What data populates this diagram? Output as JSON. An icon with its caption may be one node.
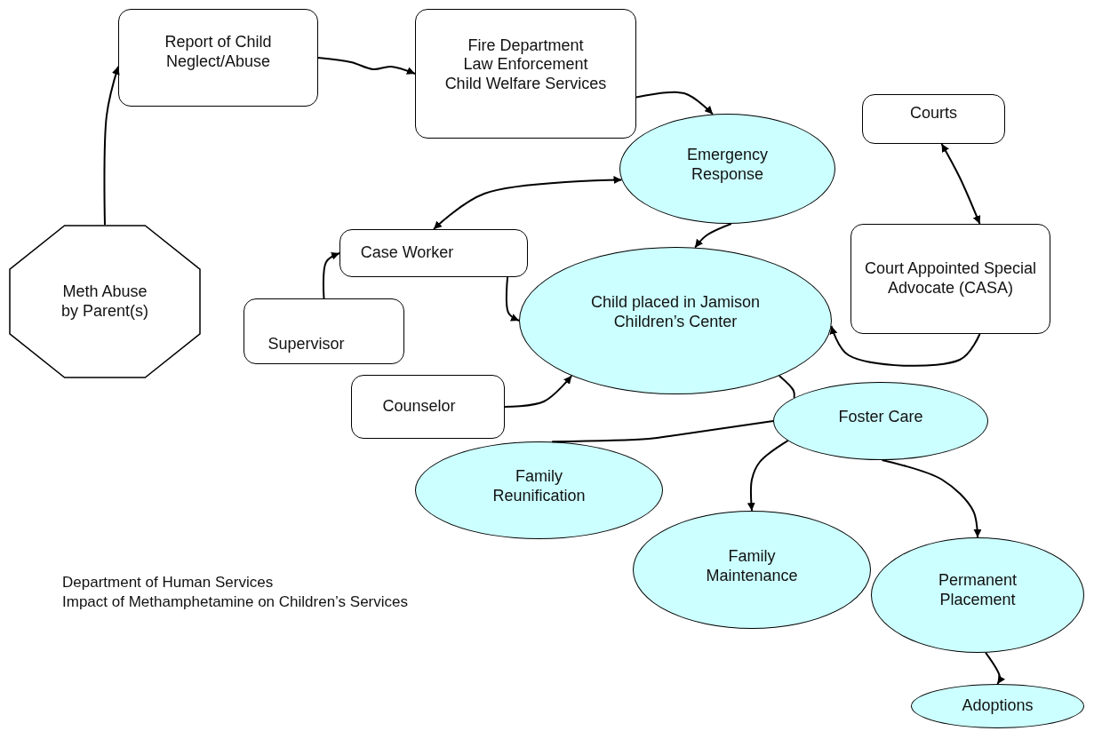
{
  "diagram": {
    "nodes": [
      {
        "text": [
          "Report of Child Neglect/Abuse"
        ]
      },
      {
        "text": [
          "Fire Department",
          "Law Enforcement",
          "Child Welfare Services"
        ]
      },
      {
        "text": [
          "Emergency Response"
        ]
      },
      {
        "text": [
          "Courts"
        ]
      },
      {
        "text": [
          "Meth Abuse by Parent(s)"
        ]
      },
      {
        "text": [
          "Case Worker"
        ]
      },
      {
        "text": [
          "Child placed in Jamison Children’s Center"
        ]
      },
      {
        "text": [
          "Court Appointed Special Advocate (CASA)"
        ]
      },
      {
        "text": [
          "Supervisor"
        ]
      },
      {
        "text": [
          "Counselor"
        ]
      },
      {
        "text": [
          "Foster Care"
        ]
      },
      {
        "text": [
          "Family Reunification"
        ]
      },
      {
        "text": [
          "Family Maintenance"
        ]
      },
      {
        "text": [
          "Permanent Placement"
        ]
      },
      {
        "text": [
          "Adoptions"
        ]
      }
    ],
    "edges": [
      {
        "from": 4,
        "to": 0,
        "arrow": "to"
      },
      {
        "from": 0,
        "to": 1,
        "arrow": "to"
      },
      {
        "from": 1,
        "to": 2,
        "arrow": "to"
      },
      {
        "from": 5,
        "to": 2,
        "arrow": "both"
      },
      {
        "from": 2,
        "to": 6,
        "arrow": "to"
      },
      {
        "from": 3,
        "to": 7,
        "arrow": "both"
      },
      {
        "from": 7,
        "to": 6,
        "arrow": "to"
      },
      {
        "from": 8,
        "to": 5,
        "arrow": "to"
      },
      {
        "from": 5,
        "to": 6,
        "arrow": "to"
      },
      {
        "from": 9,
        "to": 6,
        "arrow": "to"
      },
      {
        "from": 6,
        "to": 10,
        "arrow": "none"
      },
      {
        "from": 10,
        "to": 11,
        "arrow": "none"
      },
      {
        "from": 10,
        "to": 12,
        "arrow": "to"
      },
      {
        "from": 10,
        "to": 13,
        "arrow": "to"
      },
      {
        "from": 13,
        "to": 14,
        "arrow": "to"
      }
    ],
    "labels": [
      "Department of Human Services",
      "Impact of Methamphetamine on Children’s Services"
    ]
  }
}
